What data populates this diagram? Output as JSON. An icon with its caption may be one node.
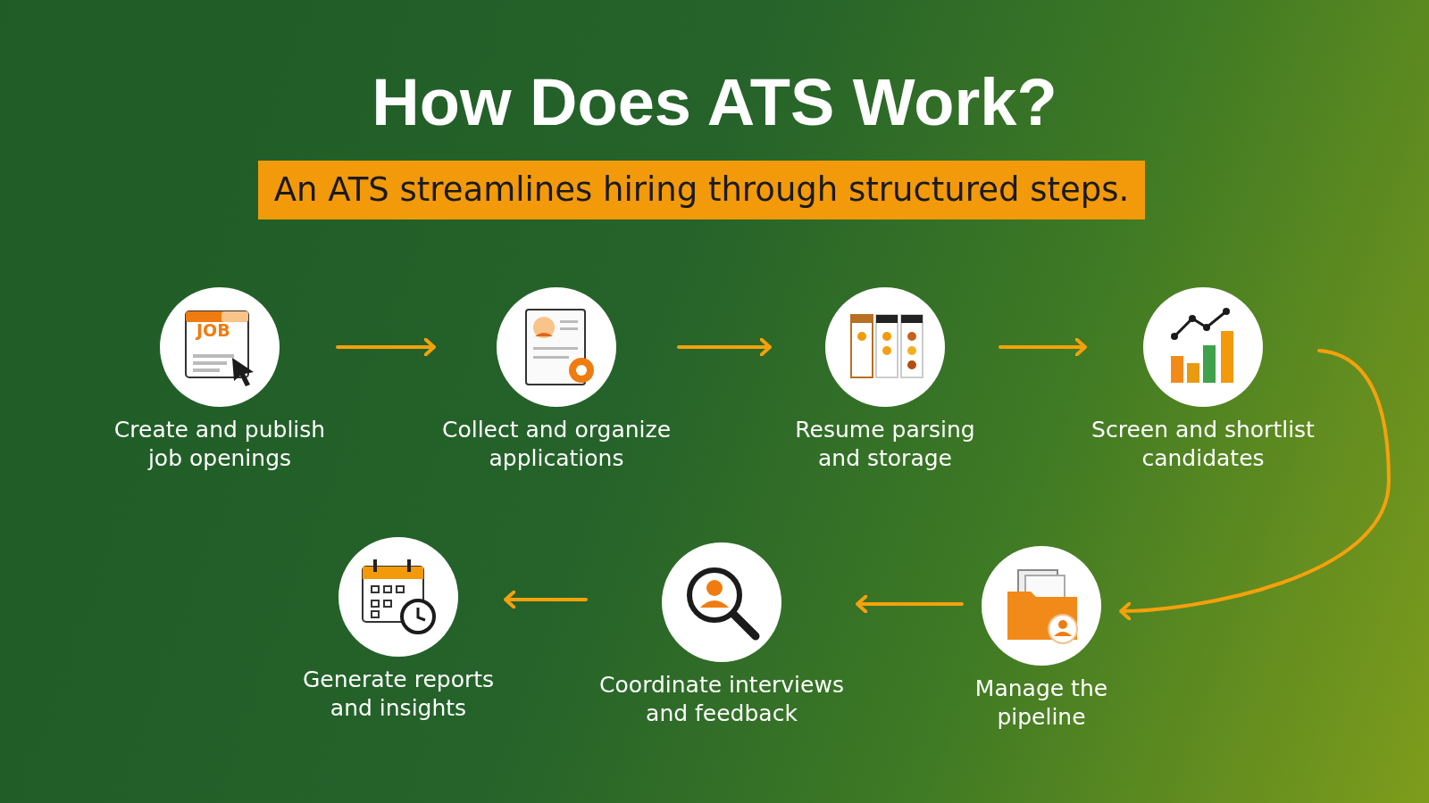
{
  "diagram": {
    "title": "How Does ATS Work?",
    "nodes": [
      {
        "text": [
          "Create and publish job openings"
        ]
      },
      {
        "text": [
          "Collect and organize applications"
        ]
      },
      {
        "text": [
          "Resume parsing and storage"
        ]
      },
      {
        "text": [
          "Screen and shortlist candidates"
        ]
      },
      {
        "text": [
          "Manage the pipeline"
        ]
      },
      {
        "text": [
          "Coordinate interviews and feedback"
        ]
      },
      {
        "text": [
          "Generate reports and insights"
        ]
      }
    ],
    "edges": [
      {
        "from": 0,
        "to": 1,
        "arrow": "to"
      },
      {
        "from": 1,
        "to": 2,
        "arrow": "to"
      },
      {
        "from": 2,
        "to": 3,
        "arrow": "to"
      },
      {
        "from": 3,
        "to": 4,
        "arrow": "to"
      },
      {
        "from": 4,
        "to": 5,
        "arrow": "to"
      },
      {
        "from": 5,
        "to": 6,
        "arrow": "to"
      }
    ],
    "labels": [
      "An ATS streamlines hiring through structured steps.",
      "JOB"
    ]
  }
}
